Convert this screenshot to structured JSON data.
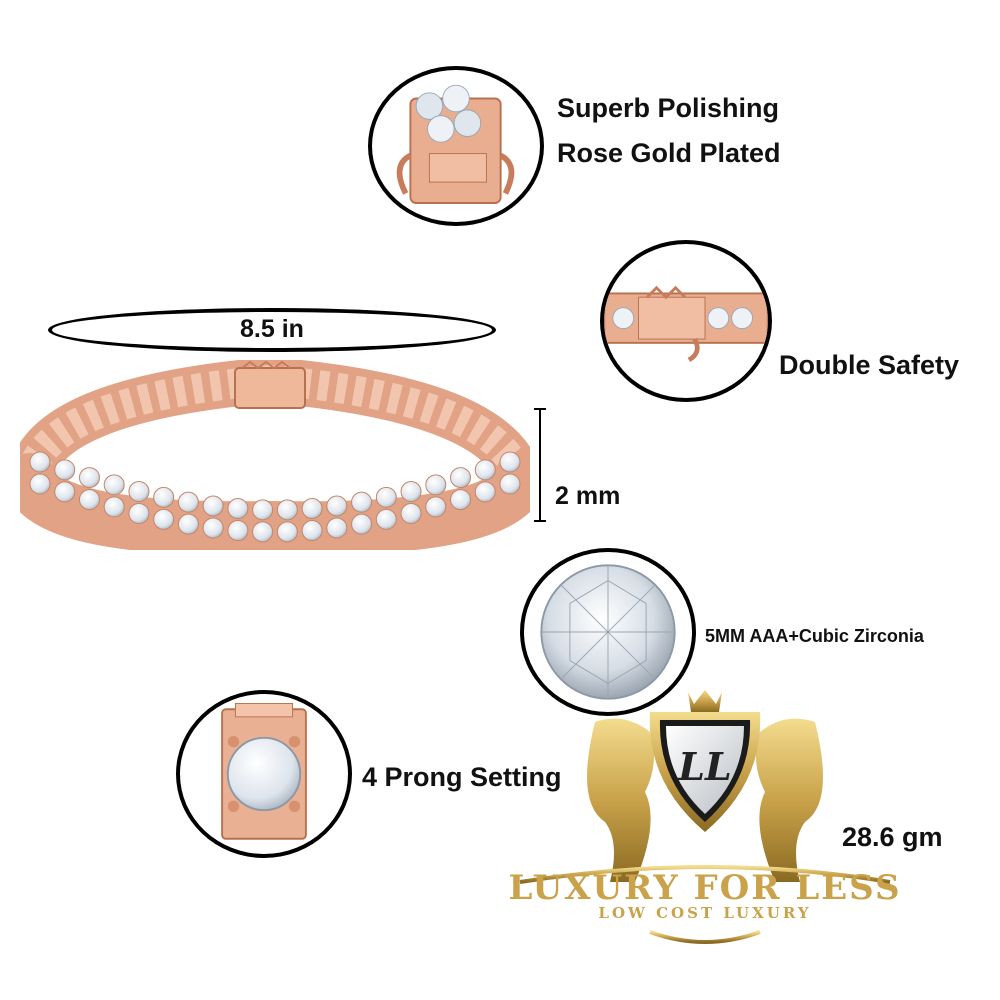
{
  "callouts": {
    "clasp_line1": "Superb Polishing",
    "clasp_line2": "Rose Gold Plated",
    "safety": "Double Safety",
    "stone": "5MM AAA+Cubic Zirconia",
    "prong": "4 Prong Setting",
    "weight_partial": "28.6 gm"
  },
  "dimensions": {
    "length": "8.5 in",
    "width": "2 mm"
  },
  "logo": {
    "monogram": "LL",
    "brand": "LUXURY FOR LESS",
    "tagline": "LOW COST LUXURY"
  },
  "colors": {
    "rose_gold": "#e8a888",
    "rose_gold_dark": "#c87c5c",
    "gold": "#c9a24a",
    "gold_light": "#f3dc8e"
  }
}
